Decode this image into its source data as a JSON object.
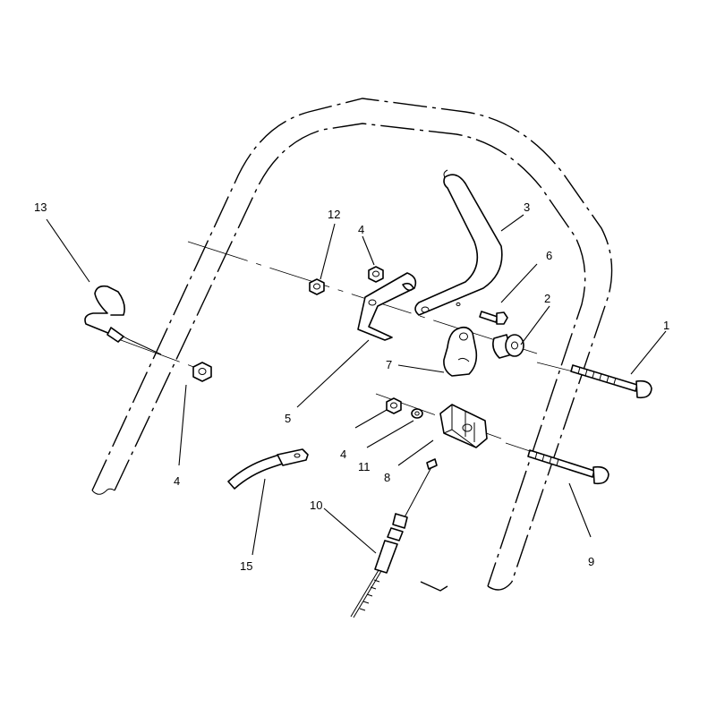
{
  "callouts": {
    "c1": "1",
    "c2": "2",
    "c3": "3",
    "c4a": "4",
    "c4b": "4",
    "c4c": "4",
    "c5": "5",
    "c6": "6",
    "c7": "7",
    "c8": "8",
    "c9": "9",
    "c10": "10",
    "c11": "11",
    "c12": "12",
    "c13": "13",
    "c15": "15"
  },
  "colors": {
    "line": "#000000",
    "background": "#ffffff"
  }
}
